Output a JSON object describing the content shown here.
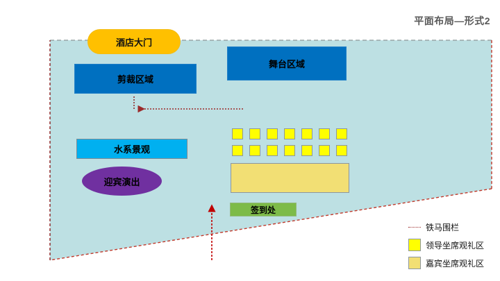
{
  "title": "平面布局—形式2",
  "site_plan": {
    "boundary_name": "铁马围栏",
    "zones": [
      {
        "id": "gate",
        "label": "酒店大门",
        "color": "#FFC000",
        "shape": "rounded"
      },
      {
        "id": "cut",
        "label": "剪裁区域",
        "color": "#0070C0",
        "shape": "rect"
      },
      {
        "id": "stage",
        "label": "舞台区域",
        "color": "#0070C0",
        "shape": "rect"
      },
      {
        "id": "water",
        "label": "水系景观",
        "color": "#00B0F0",
        "shape": "rect"
      },
      {
        "id": "welcome",
        "label": "迎宾演出",
        "color": "#7030A0",
        "shape": "ellipse"
      },
      {
        "id": "signin",
        "label": "签到处",
        "color": "#7DBB48",
        "shape": "rect"
      },
      {
        "id": "guestarea",
        "label": "",
        "color": "#F2DF74",
        "shape": "rect"
      }
    ],
    "leader_seats": {
      "rows": 2,
      "columns": 7,
      "color": "#FFFF00"
    },
    "arrows": [
      {
        "id": "arrow-left",
        "direction": "left",
        "color": "#9b2a2a"
      },
      {
        "id": "arrow-up",
        "direction": "up",
        "color": "#C00000"
      }
    ],
    "fill_color": "#BDE0E3"
  },
  "legend": {
    "items": [
      {
        "id": "fence",
        "label": "铁马围栏",
        "type": "dotted-line",
        "color": "#9b2a2a"
      },
      {
        "id": "leader-seats",
        "label": "领导坐席观礼区",
        "type": "swatch",
        "color": "#FFFF00"
      },
      {
        "id": "guest-seats",
        "label": "嘉宾坐席观礼区",
        "type": "swatch",
        "color": "#F2DF74"
      }
    ]
  }
}
